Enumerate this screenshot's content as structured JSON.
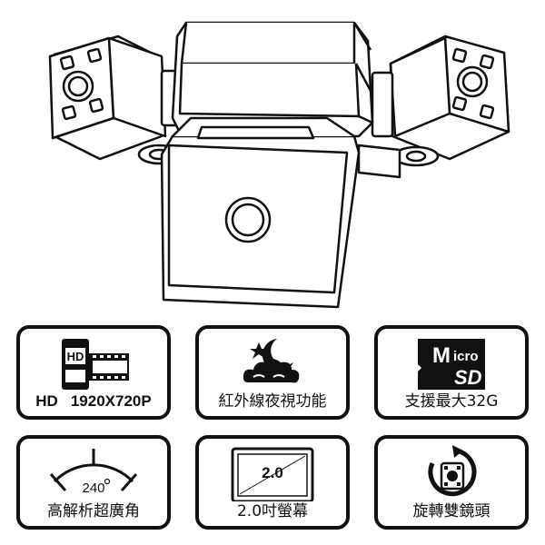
{
  "features": [
    {
      "id": "hd",
      "icon": "hd-film-icon",
      "label_main": "HD",
      "label_sub": "1920X720P",
      "icon_text": "HD"
    },
    {
      "id": "night",
      "icon": "night-vision-icon",
      "label": "紅外線夜視功能"
    },
    {
      "id": "sd",
      "icon": "micro-sd-icon",
      "label": "支援最大32G",
      "icon_text_top": "Micro",
      "icon_text_bottom": "SD"
    },
    {
      "id": "angle",
      "icon": "wide-angle-icon",
      "label": "高解析超廣角",
      "icon_text": "240°"
    },
    {
      "id": "screen",
      "icon": "screen-icon",
      "label": "2.0吋螢幕",
      "icon_text": "2.0"
    },
    {
      "id": "rotate",
      "icon": "rotate-lens-icon",
      "label": "旋轉雙鏡頭"
    }
  ],
  "colors": {
    "line": "#111111",
    "background": "#ffffff"
  }
}
